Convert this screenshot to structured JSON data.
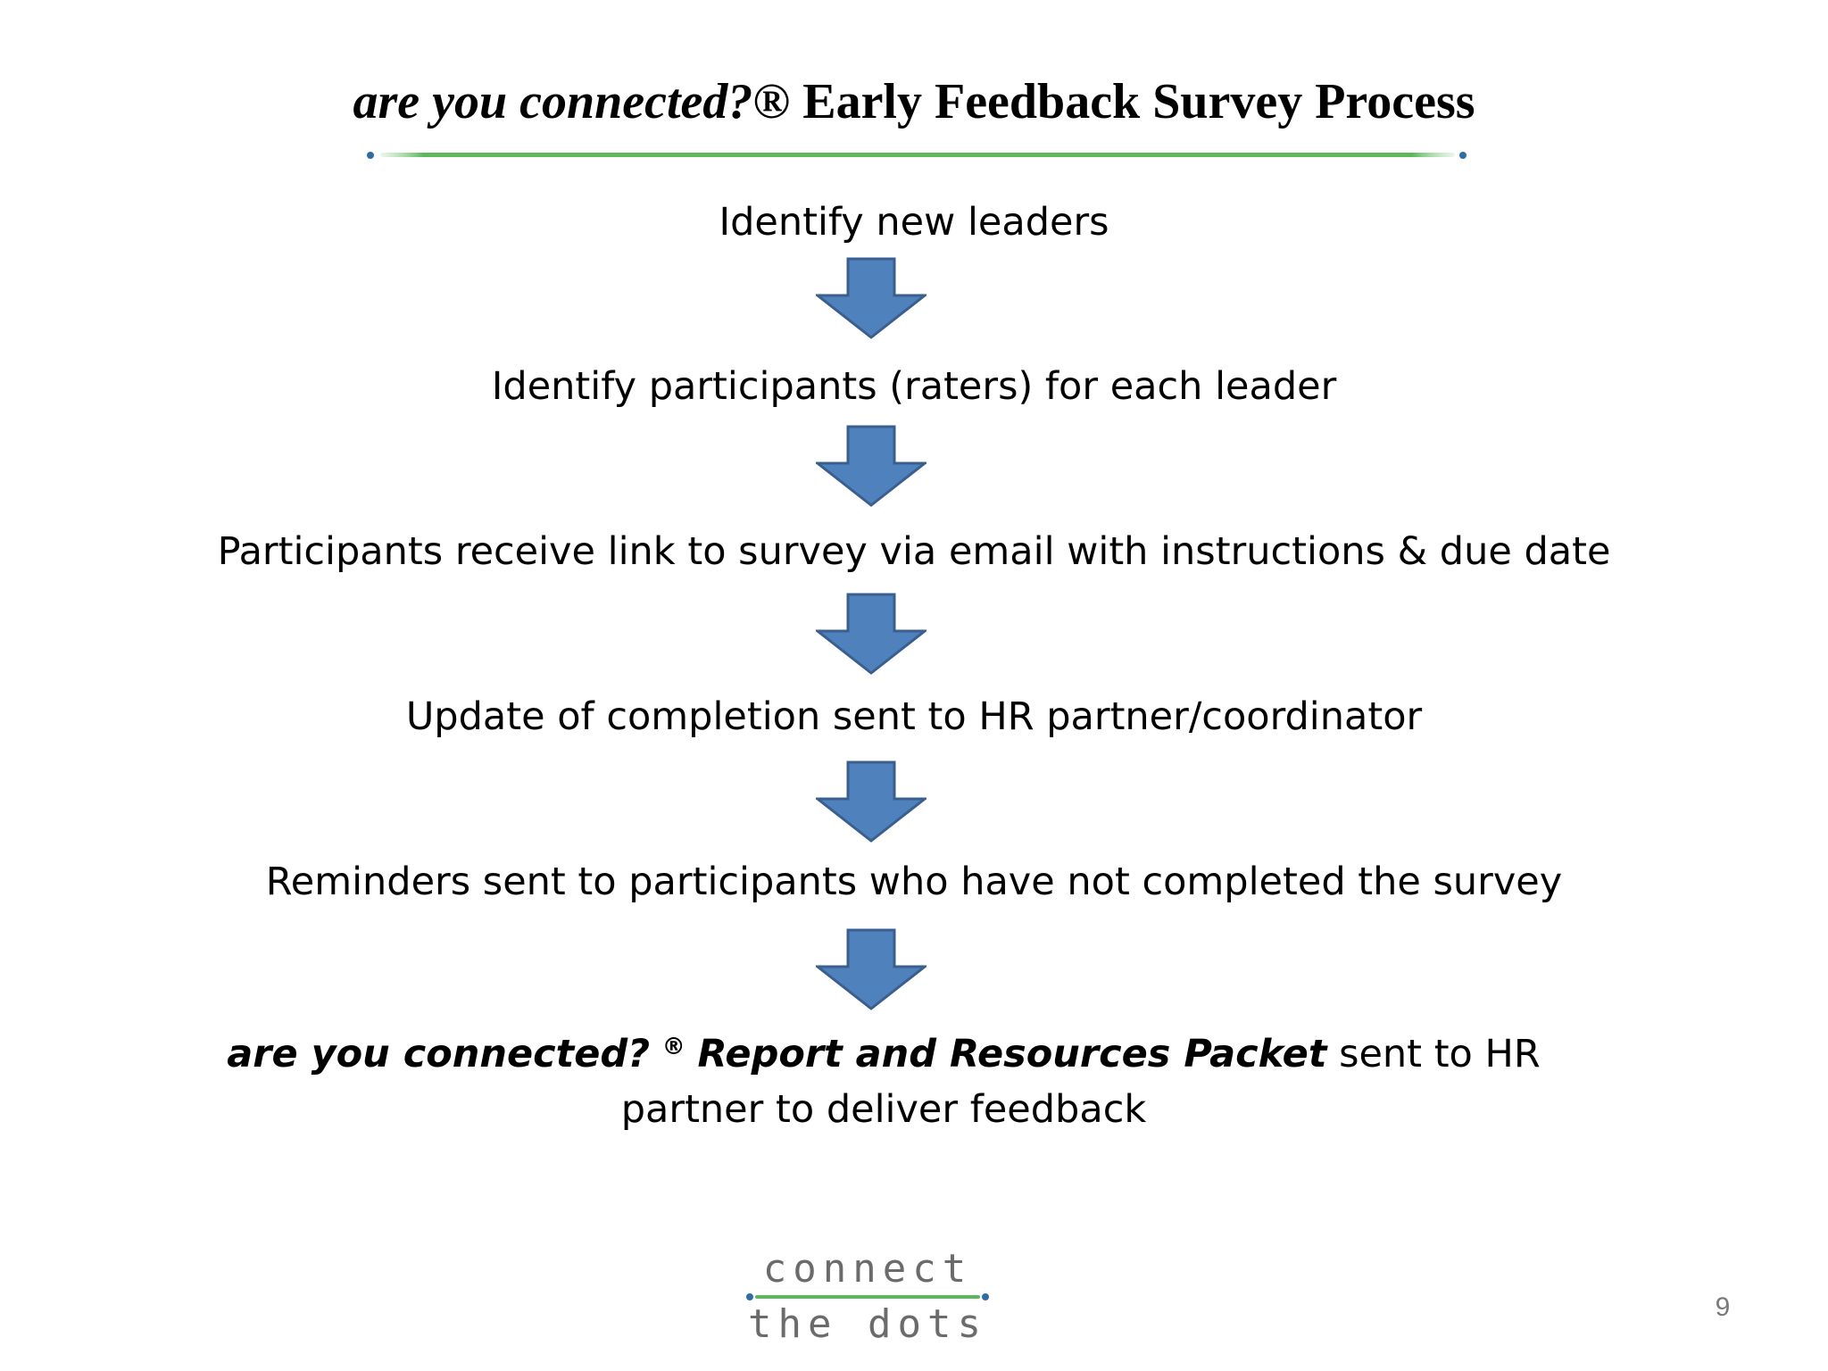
{
  "title": {
    "brand": "are you connected?®",
    "rest": "Early Feedback Survey Process"
  },
  "steps": [
    {
      "text": "Identify new leaders"
    },
    {
      "text": "Identify participants (raters) for  each leader"
    },
    {
      "text": "Participants receive link to survey via email with instructions & due date"
    },
    {
      "text": "Update of completion sent to HR partner/coordinator"
    },
    {
      "text": "Reminders sent to participants who have not completed the survey"
    },
    {
      "emph_before": "are you connected?",
      "mark": "®",
      "emph_after": "Report and Resources Packet",
      "text": "sent to HR partner to deliver feedback"
    }
  ],
  "arrow_icon": "down-arrow-icon",
  "logo": {
    "line1": "connect",
    "line2": "the dots"
  },
  "page_number": "9",
  "colors": {
    "arrow_fill": "#4f81bd",
    "arrow_stroke": "#3a5f8f",
    "rule_green": "#5cb85c",
    "rule_dot": "#2e6da4"
  }
}
